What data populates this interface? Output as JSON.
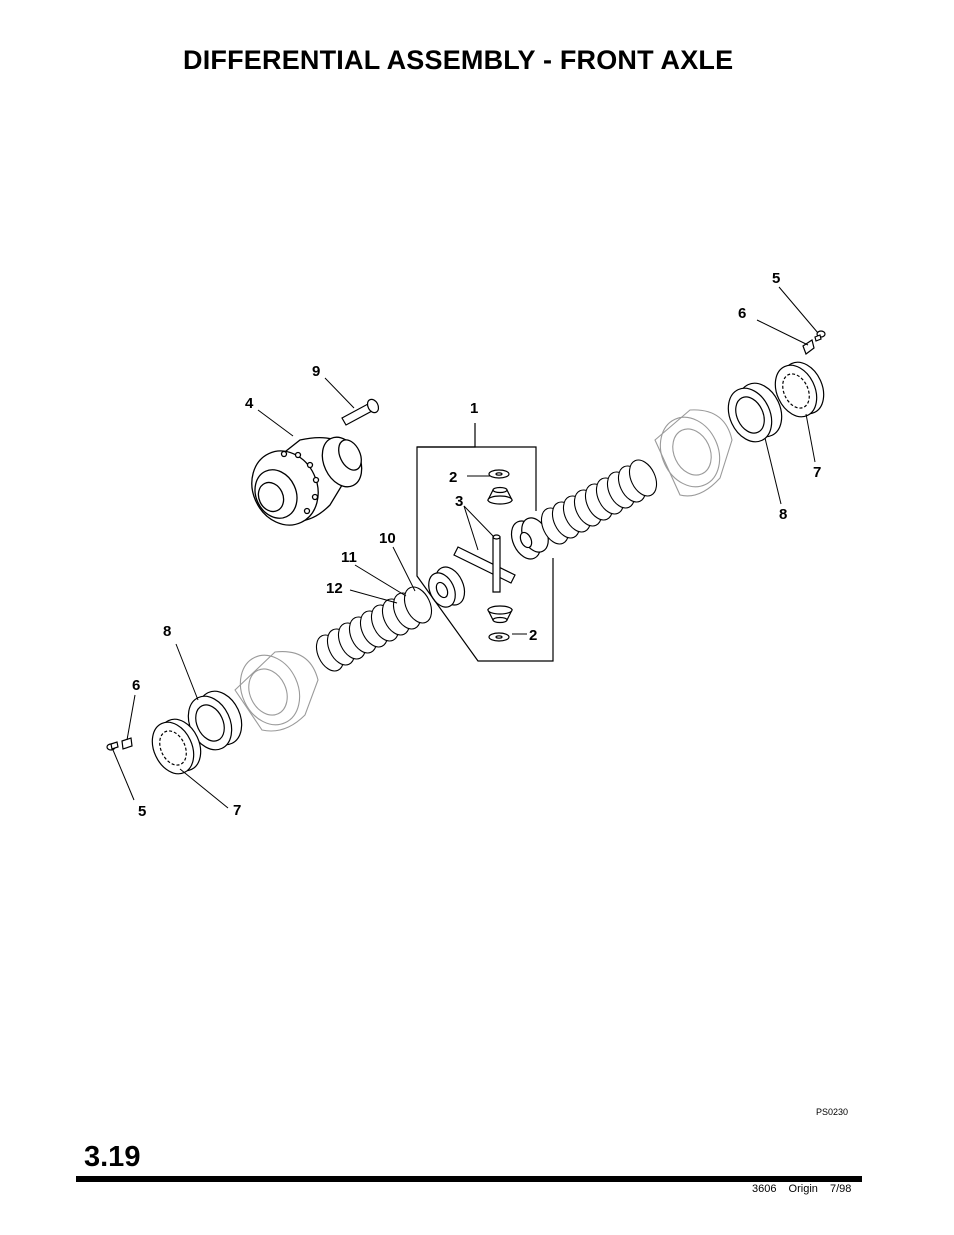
{
  "page": {
    "title": "DIFFERENTIAL ASSEMBLY - FRONT AXLE",
    "figure_code": "PS0230",
    "section_number": "3.19",
    "footer": {
      "model": "3606",
      "origin_label": "Origin",
      "date": "7/98"
    }
  },
  "callouts": {
    "c1": "1",
    "c2a": "2",
    "c2b": "2",
    "c3": "3",
    "c4": "4",
    "c5a": "5",
    "c5b": "5",
    "c6a": "6",
    "c6b": "6",
    "c7a": "7",
    "c7b": "7",
    "c8a": "8",
    "c8b": "8",
    "c9": "9",
    "c10": "10",
    "c11": "11",
    "c12": "12"
  },
  "colors": {
    "ink": "#000000",
    "ghost": "#9a9a9a",
    "rule": "#000000"
  }
}
